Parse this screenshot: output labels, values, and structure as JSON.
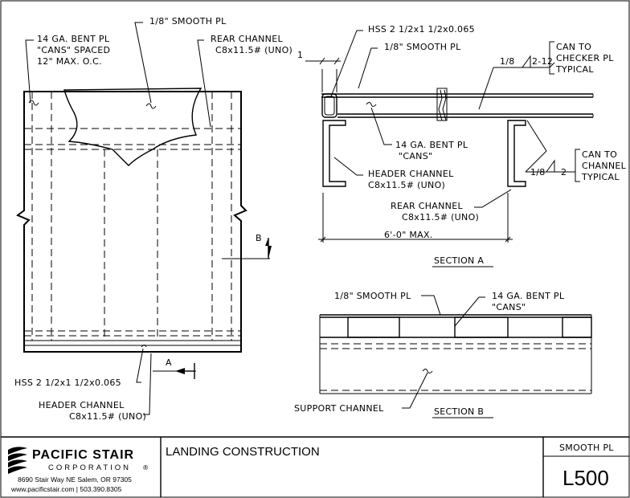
{
  "plan": {
    "smooth_plate": "1/8\" SMOOTH PL",
    "cans_line1": "14 GA. BENT PL",
    "cans_line2": "\"CANS\" SPACED",
    "cans_line3": "12\" MAX. O.C.",
    "rear_channel_line1": "REAR CHANNEL",
    "rear_channel_line2": "C8x11.5# (UNO)",
    "section_b_tag": "B",
    "section_a_tag": "A",
    "hss": "HSS 2 1/2x1 1/2x0.065",
    "header_channel_line1": "HEADER CHANNEL",
    "header_channel_line2": "C8x11.5# (UNO)"
  },
  "section_a": {
    "hss": "HSS 2 1/2x1 1/2x0.065",
    "smooth_plate": "1/8\" SMOOTH PL",
    "dim_1": "1",
    "weld1_size": "1/8",
    "weld1_spacing": "2-12",
    "weld1_note_line1": "CAN TO",
    "weld1_note_line2": "CHECKER PL",
    "weld1_note_line3": "TYPICAL",
    "cans_line1": "14 GA. BENT PL",
    "cans_line2": "\"CANS\"",
    "weld2_size": "1/8",
    "weld2_spacing": "2",
    "weld2_note_line1": "CAN TO",
    "weld2_note_line2": "CHANNEL",
    "weld2_note_line3": "TYPICAL",
    "header_channel_line1": "HEADER CHANNEL",
    "header_channel_line2": "C8x11.5# (UNO)",
    "rear_channel_line1": "REAR CHANNEL",
    "rear_channel_line2": "C8x11.5# (UNO)",
    "dimension": "6'-0\" MAX.",
    "title": "SECTION A"
  },
  "section_b": {
    "smooth_plate": "1/8\" SMOOTH PL",
    "cans_line1": "14 GA. BENT PL",
    "cans_line2": "\"CANS\"",
    "support_channel": "SUPPORT CHANNEL",
    "title": "SECTION B"
  },
  "title_block": {
    "company": "PACIFIC STAIR",
    "company_sub": "CORPORATION",
    "registered": "®",
    "address": "8690 Stair Way NE Salem, OR 97305",
    "web_phone": "www.pacificstair.com  |  503.390.8305",
    "drawing_title": "LANDING CONSTRUCTION",
    "variant": "SMOOTH PL",
    "sheet_number": "L500"
  }
}
